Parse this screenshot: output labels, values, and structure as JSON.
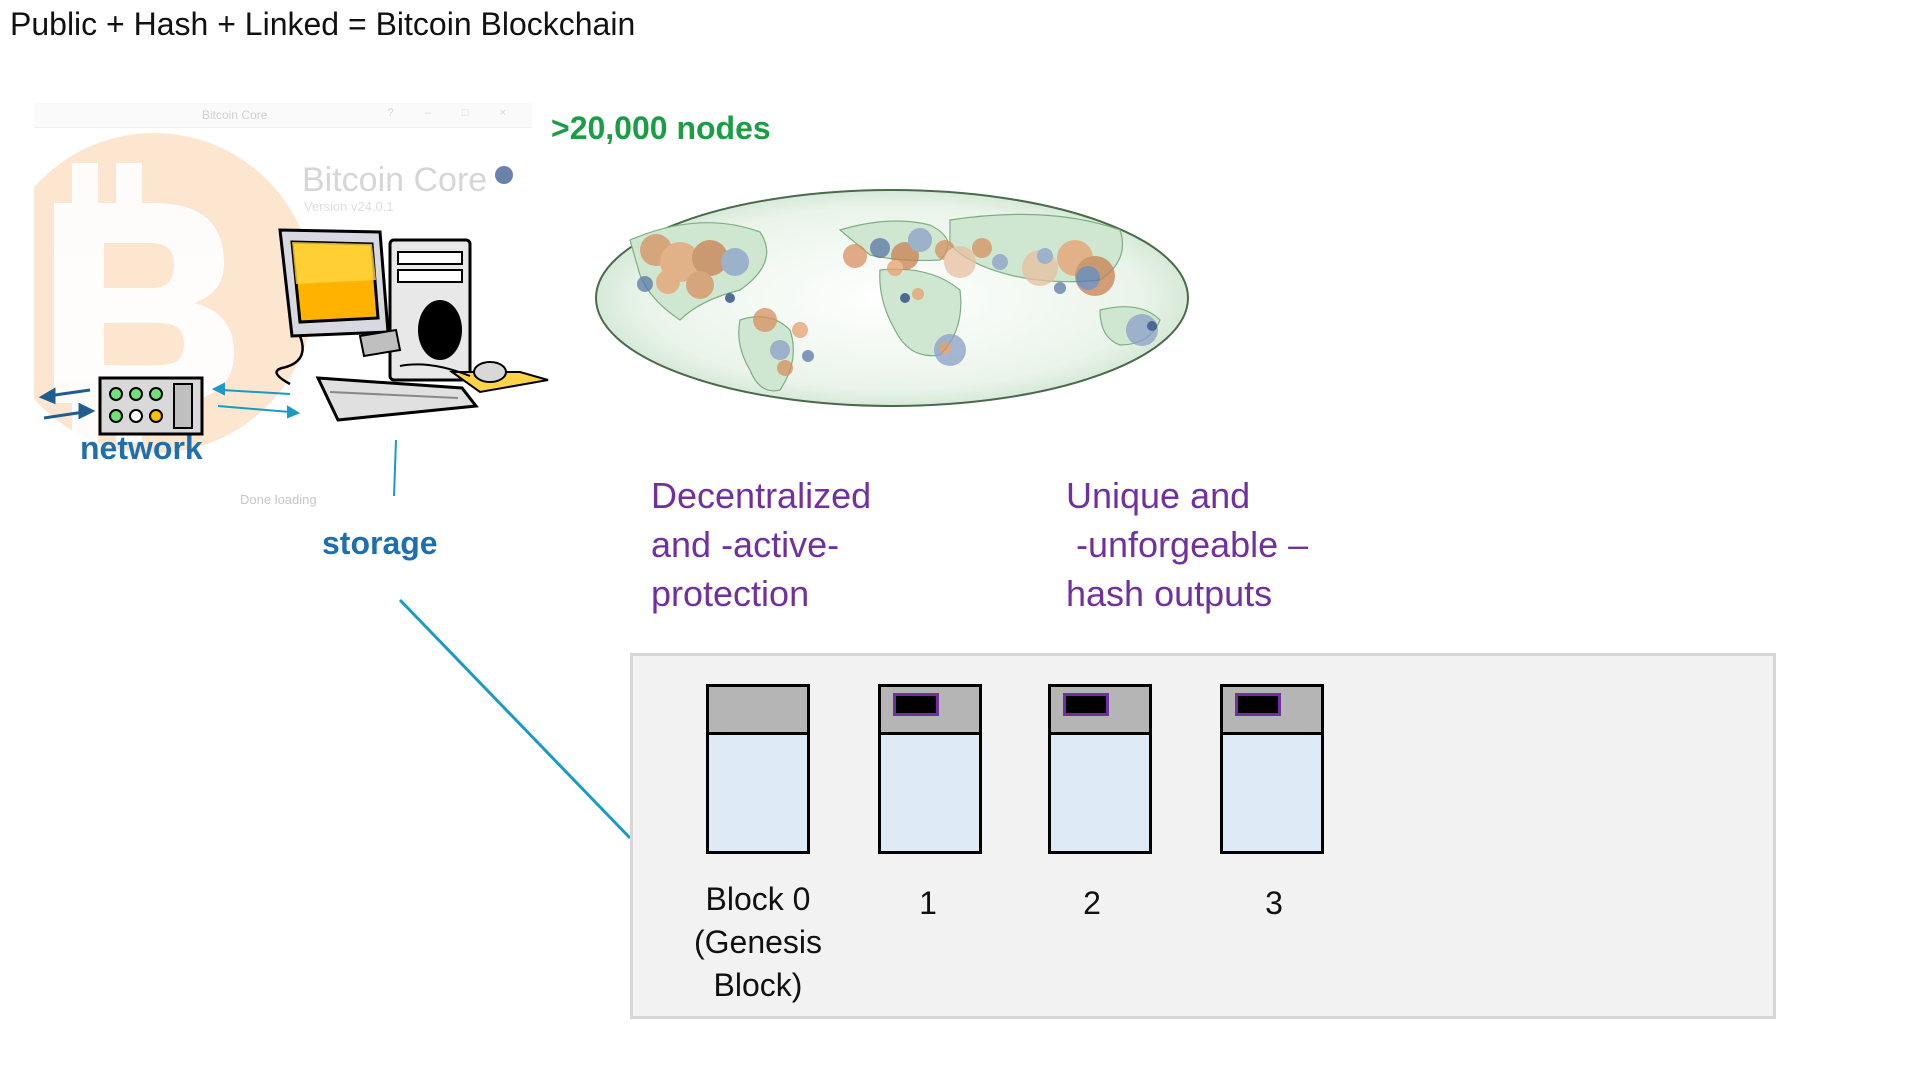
{
  "slide": {
    "title": "Public + Hash + Linked = Bitcoin Blockchain"
  },
  "splash": {
    "window_title": "Bitcoin Core",
    "window_controls": "? – □ ×",
    "app_name": "Bitcoin Core",
    "version": "Version v24.0.1",
    "status": "Done loading"
  },
  "labels": {
    "network": "network",
    "storage": "storage",
    "nodes": ">20,000 nodes"
  },
  "properties": {
    "decentralized": [
      "Decentralized",
      "and -active-",
      "protection"
    ],
    "unique": [
      "Unique and",
      " -unforgeable –",
      "hash outputs"
    ]
  },
  "chain": {
    "blocks": [
      {
        "label_lines": [
          "Block 0",
          "(Genesis",
          "Block)"
        ]
      },
      {
        "label_lines": [
          "1"
        ]
      },
      {
        "label_lines": [
          "2"
        ]
      },
      {
        "label_lines": [
          "3"
        ]
      }
    ]
  },
  "colors": {
    "network_blue": "#1f6fae",
    "nodes_green": "#1a9e45",
    "text_purple": "#7030a0",
    "connector_teal": "#1a9ac4",
    "block_body": "#deebf7",
    "block_header": "#b5b5b5",
    "panel_bg": "#f2f2f2"
  },
  "icons": {
    "bitcoin_logo": "bitcoin-logo-icon",
    "computer": "desktop-computer-icon",
    "network_hub": "network-hub-icon",
    "world_map": "world-map-icon"
  }
}
